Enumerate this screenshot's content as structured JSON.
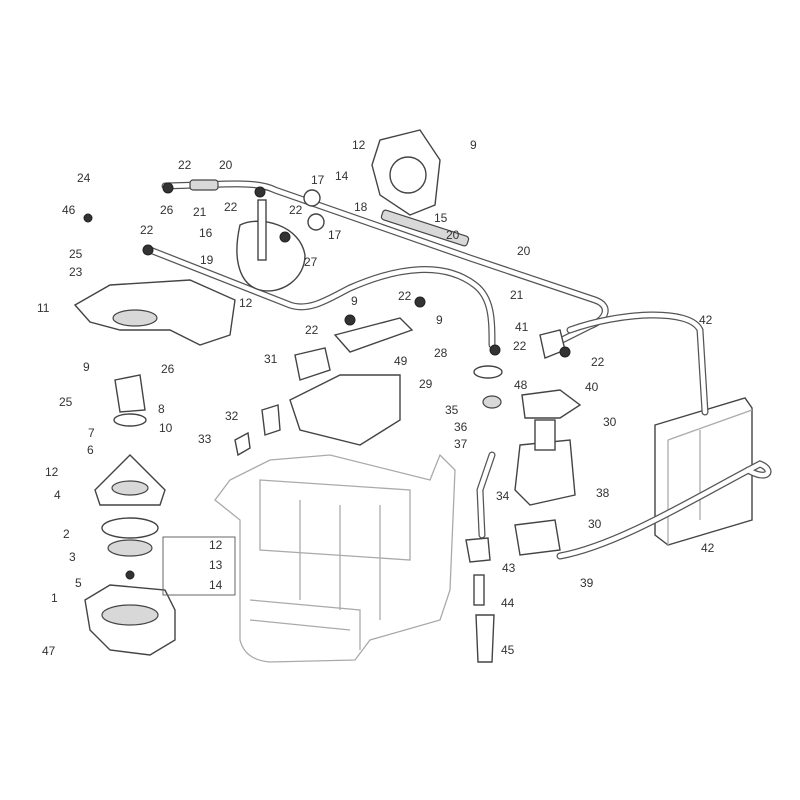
{
  "diagram": {
    "type": "exploded-parts-diagram",
    "callouts": [
      "9",
      "12",
      "14",
      "18",
      "17",
      "17",
      "15",
      "22",
      "20",
      "24",
      "26",
      "21",
      "46",
      "22",
      "22",
      "16",
      "22",
      "25",
      "23",
      "19",
      "27",
      "20",
      "20",
      "12",
      "11",
      "9",
      "22",
      "21",
      "42",
      "9",
      "22",
      "41",
      "28",
      "22",
      "22",
      "31",
      "49",
      "9",
      "26",
      "48",
      "40",
      "29",
      "25",
      "8",
      "35",
      "30",
      "7",
      "10",
      "32",
      "36",
      "33",
      "37",
      "6",
      "12",
      "4",
      "34",
      "38",
      "2",
      "30",
      "12",
      "42",
      "3",
      "13",
      "43",
      "14",
      "5",
      "39",
      "1",
      "44",
      "47",
      "45"
    ]
  }
}
